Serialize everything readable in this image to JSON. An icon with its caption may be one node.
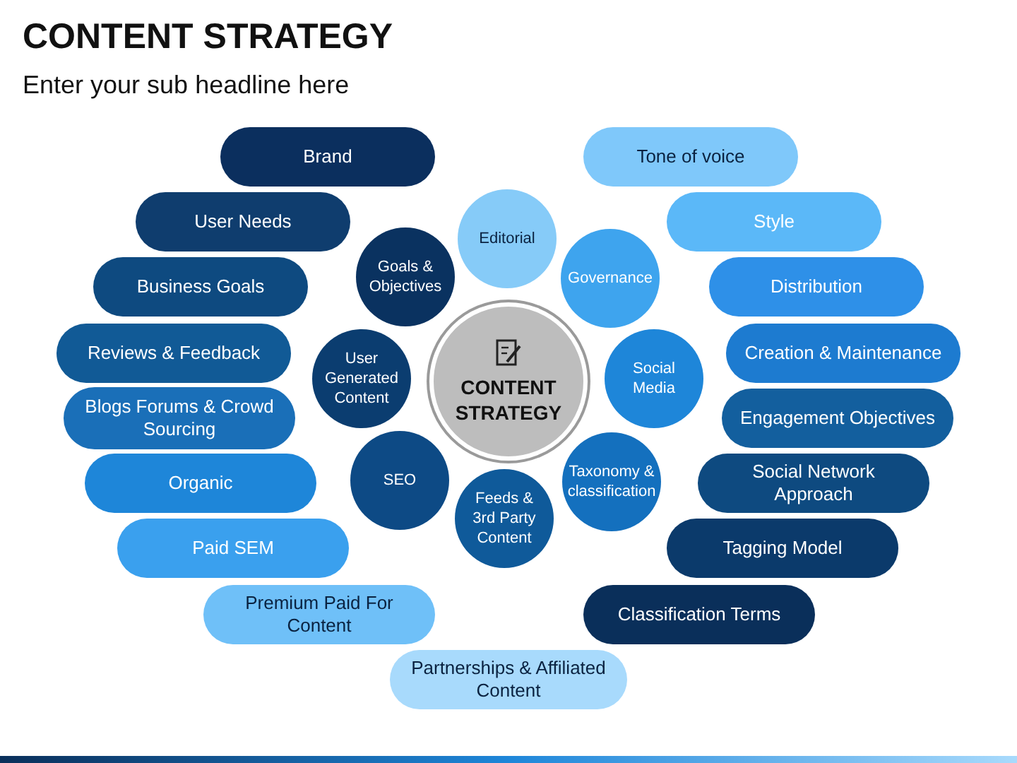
{
  "diagram": {
    "title": "CONTENT STRATEGY",
    "nodes": [
      {
        "text": [
          "Brand"
        ]
      },
      {
        "text": [
          "User Needs"
        ]
      },
      {
        "text": [
          "Business Goals"
        ]
      },
      {
        "text": [
          "Reviews & Feedback"
        ]
      },
      {
        "text": [
          "Blogs Forums & Crowd  Sourcing"
        ]
      },
      {
        "text": [
          "Organic"
        ]
      },
      {
        "text": [
          "Paid SEM"
        ]
      },
      {
        "text": [
          "Premium Paid For Content"
        ]
      },
      {
        "text": [
          "Partnerships & Affiliated Content"
        ]
      },
      {
        "text": [
          "Tone of voice"
        ]
      },
      {
        "text": [
          "Style"
        ]
      },
      {
        "text": [
          "Distribution"
        ]
      },
      {
        "text": [
          "Creation & Maintenance"
        ]
      },
      {
        "text": [
          "Engagement Objectives"
        ]
      },
      {
        "text": [
          "Social Network Approach"
        ]
      },
      {
        "text": [
          "Tagging Model"
        ]
      },
      {
        "text": [
          "Classification Terms"
        ]
      },
      {
        "text": [
          "Editorial"
        ]
      },
      {
        "text": [
          "Governance"
        ]
      },
      {
        "text": [
          "Social Media"
        ]
      },
      {
        "text": [
          "Taxonomy & classification"
        ]
      },
      {
        "text": [
          "Feeds & 3rd Party Content"
        ]
      },
      {
        "text": [
          "SEO"
        ]
      },
      {
        "text": [
          "User Generated Content"
        ]
      },
      {
        "text": [
          "Goals & Objectives"
        ]
      },
      {
        "text": [
          "CONTENT STRATEGY"
        ]
      }
    ],
    "labels": [
      "Enter your sub headline here"
    ]
  }
}
